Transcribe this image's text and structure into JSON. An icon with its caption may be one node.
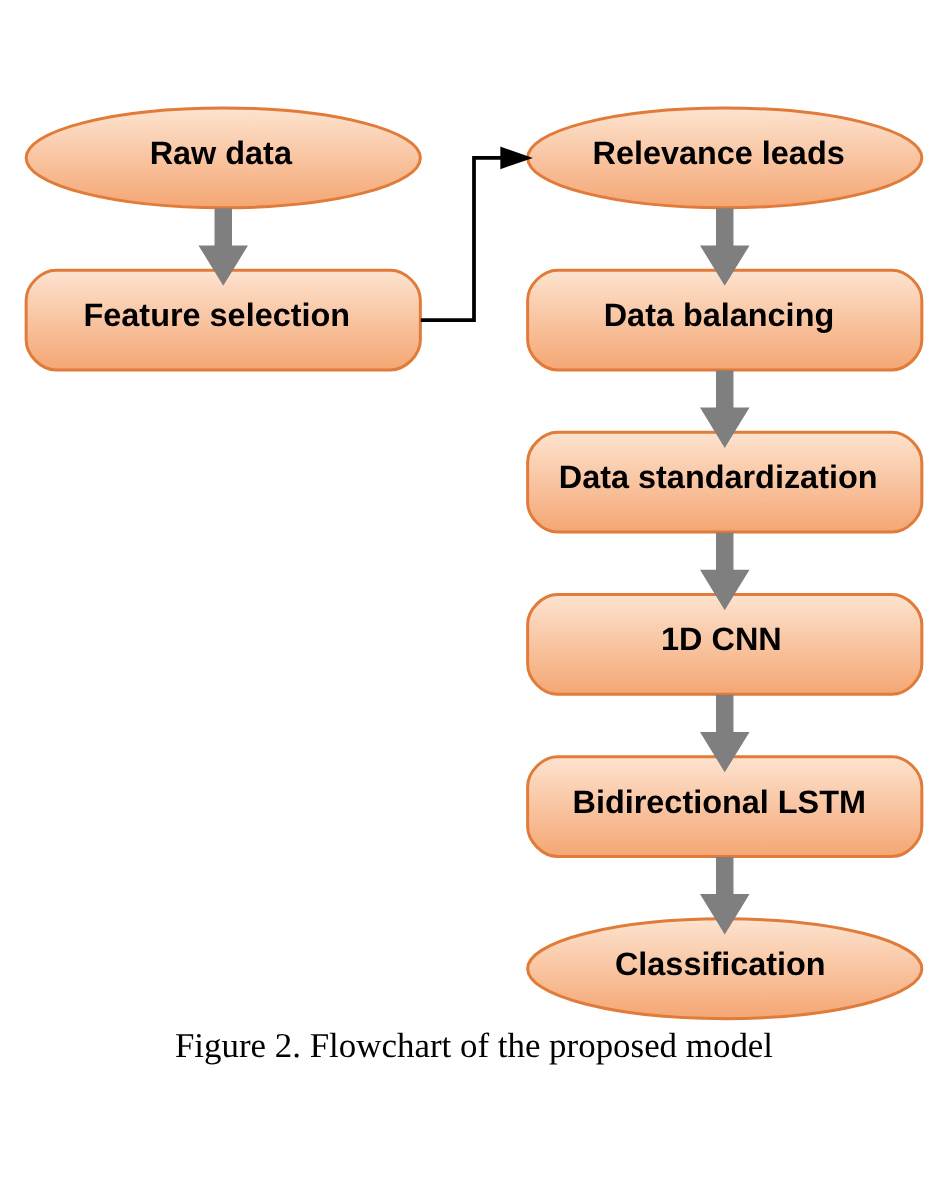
{
  "diagram": {
    "caption": "Figure 2. Flowchart of the proposed model",
    "nodes": [
      {
        "text": [
          "Raw data"
        ]
      },
      {
        "text": [
          "Feature selection"
        ]
      },
      {
        "text": [
          "Relevance leads"
        ]
      },
      {
        "text": [
          "Data balancing"
        ]
      },
      {
        "text": [
          "Data standardization"
        ]
      },
      {
        "text": [
          "1D CNN"
        ]
      },
      {
        "text": [
          "Bidirectional LSTM"
        ]
      },
      {
        "text": [
          "Classification"
        ]
      }
    ],
    "edges": [
      {
        "from": 0,
        "to": 1,
        "arrow": "to"
      },
      {
        "from": 1,
        "to": 2,
        "arrow": "to",
        "color": "#000000"
      },
      {
        "from": 2,
        "to": 3,
        "arrow": "to"
      },
      {
        "from": 3,
        "to": 4,
        "arrow": "to"
      },
      {
        "from": 4,
        "to": 5,
        "arrow": "to"
      },
      {
        "from": 5,
        "to": 6,
        "arrow": "to"
      },
      {
        "from": 6,
        "to": 7,
        "arrow": "to"
      }
    ]
  }
}
